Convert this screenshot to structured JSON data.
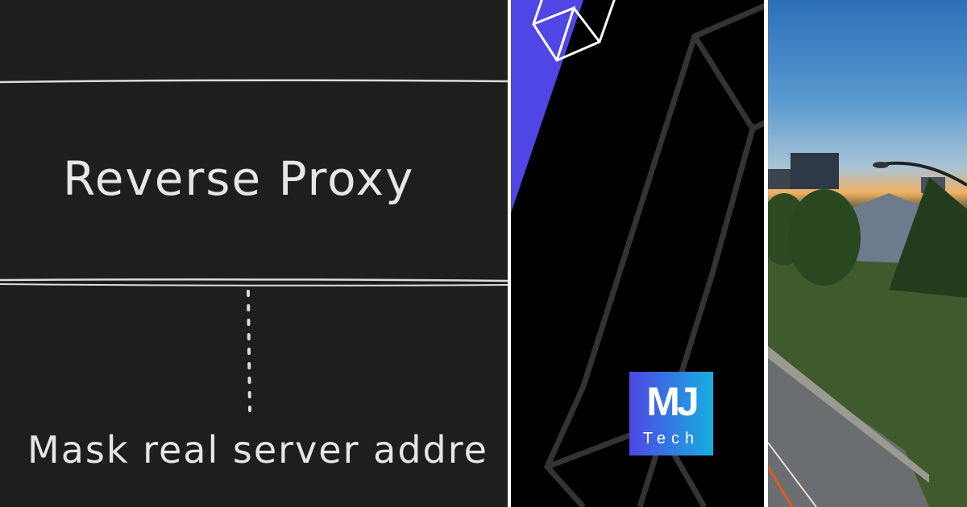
{
  "left_panel": {
    "title": "Reverse Proxy",
    "note": "Mask real server addre"
  },
  "middle_panel": {
    "logo": {
      "main": "MJ",
      "sub": "Tech"
    },
    "colors": {
      "accent": "#4f46e5",
      "lines": "#333333",
      "background": "#000000"
    }
  },
  "right_panel": {
    "image": "suburban-sunset-photo"
  }
}
